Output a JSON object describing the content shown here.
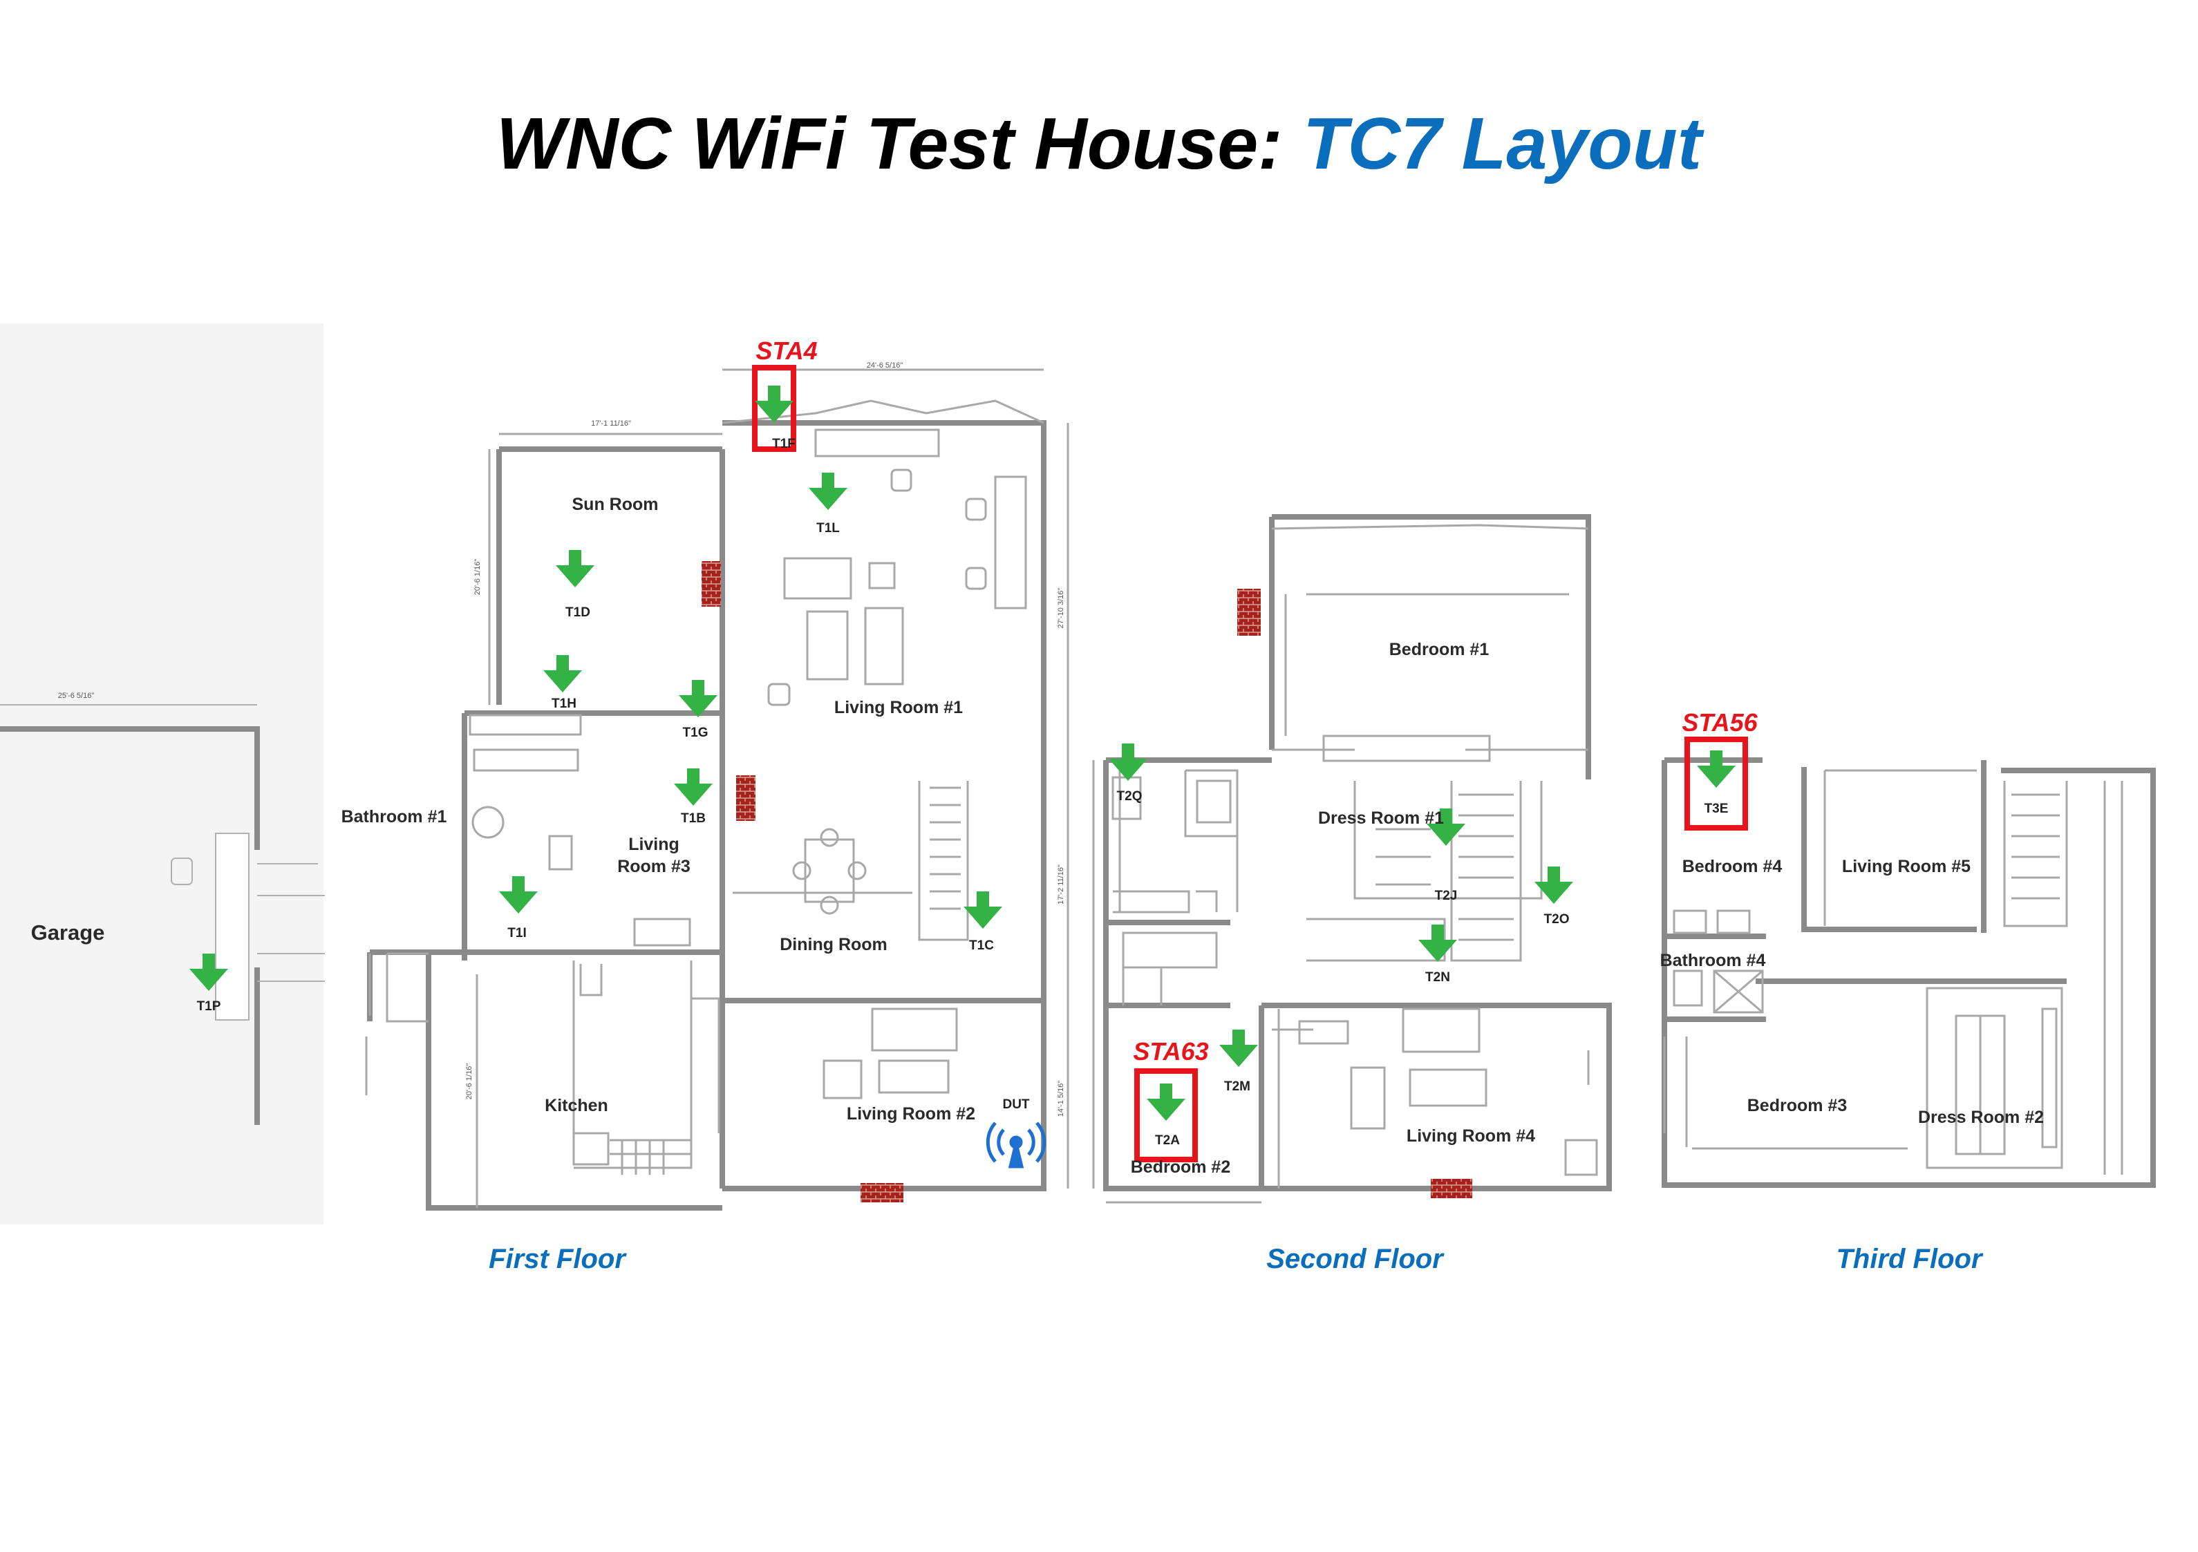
{
  "title": {
    "main": "WNC WiFi Test House:",
    "highlight": "TC7 Layout"
  },
  "colors": {
    "title": "#000000",
    "highlight": "#0a6ebd",
    "station": "#e8141b",
    "arrow": "#35b245",
    "wall": "#9e9e9e",
    "brick": "#a5221d",
    "dut": "#1f6fd0"
  },
  "floors": {
    "first": "First Floor",
    "second": "Second Floor",
    "third": "Third Floor"
  },
  "rooms": {
    "sun_room": "Sun Room",
    "living_room_1": "Living Room #1",
    "bathroom_1": "Bathroom #1",
    "living_room_3": "Living Room #3",
    "garage": "Garage",
    "dining_room": "Dining Room",
    "kitchen": "Kitchen",
    "living_room_2": "Living Room #2",
    "bedroom_1": "Bedroom #1",
    "dress_room_1": "Dress Room #1",
    "bedroom_2": "Bedroom #2",
    "living_room_4": "Living Room #4",
    "bedroom_4": "Bedroom #4",
    "living_room_5": "Living Room #5",
    "bathroom_4": "Bathroom #4",
    "bedroom_3": "Bedroom #3",
    "dress_room_2": "Dress Room #2"
  },
  "points": {
    "t1f": "T1F",
    "t1l": "T1L",
    "t1d": "T1D",
    "t1h": "T1H",
    "t1g": "T1G",
    "t1b": "T1B",
    "t1i": "T1I",
    "t1p": "T1P",
    "t1c": "T1C",
    "t2q": "T2Q",
    "t2j": "T2J",
    "t2o": "T2O",
    "t2n": "T2N",
    "t2m": "T2M",
    "t2a": "T2A",
    "t3e": "T3E"
  },
  "stations": {
    "sta4": "STA4",
    "sta63": "STA63",
    "sta56": "STA56"
  },
  "dut": "DUT",
  "dimensions": {
    "d1": "24'-6 5/16\"",
    "d2": "17'-1 11/16\"",
    "d3": "25'-6 5/16\"",
    "d4": "20'-6 1/16\"",
    "d5": "27'-10 3/16\"",
    "d6": "17'-2 11/16\"",
    "d7": "14'-1 5/16\"",
    "d8": "20'-6 1/16\""
  }
}
